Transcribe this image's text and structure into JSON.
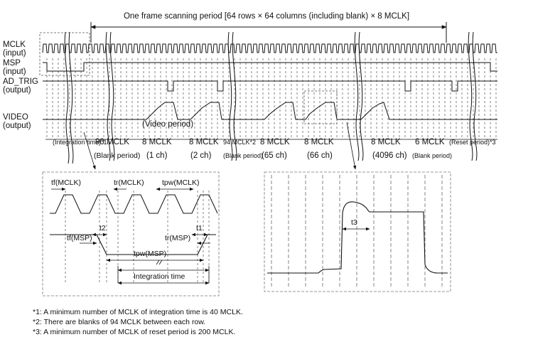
{
  "title": "One frame scanning period [64 rows × 64 columns (including blank) × 8 MCLK]",
  "signals": [
    {
      "name": "MCLK",
      "dir": "(input)"
    },
    {
      "name": "MSP",
      "dir": "(input)"
    },
    {
      "name": "AD_TRIG",
      "dir": "(output)"
    },
    {
      "name": "VIDEO",
      "dir": "(output)"
    }
  ],
  "video_period_label": "(Video period)",
  "segments_top": [
    "(Integration time)*1",
    "90 MCLK",
    "8 MCLK",
    "8 MCLK",
    "94 MCLK*2",
    "8 MCLK",
    "8 MCLK",
    "8 MCLK",
    "6 MCLK",
    "(Reset period)*3"
  ],
  "segments_bottom": [
    "(Blank period)",
    "(1 ch)",
    "(2 ch)",
    "(Blank period)",
    "(65 ch)",
    "(66 ch)",
    "(4096 ch)",
    "(Blank period)"
  ],
  "detail_left": {
    "labels": [
      "tf(MCLK)",
      "tr(MCLK)",
      "tpw(MCLK)",
      "t2",
      "t1",
      "tf(MSP)",
      "tr(MSP)",
      "tpw(MSP)",
      "Integration time"
    ]
  },
  "detail_right": {
    "labels": [
      "t3"
    ]
  },
  "notes": [
    "*1: A minimum number of MCLK of integration time is 40 MCLK.",
    "*2: There are blanks of 94 MCLK between each row.",
    "*3: A minimum number of MCLK of reset period is 200 MCLK."
  ]
}
